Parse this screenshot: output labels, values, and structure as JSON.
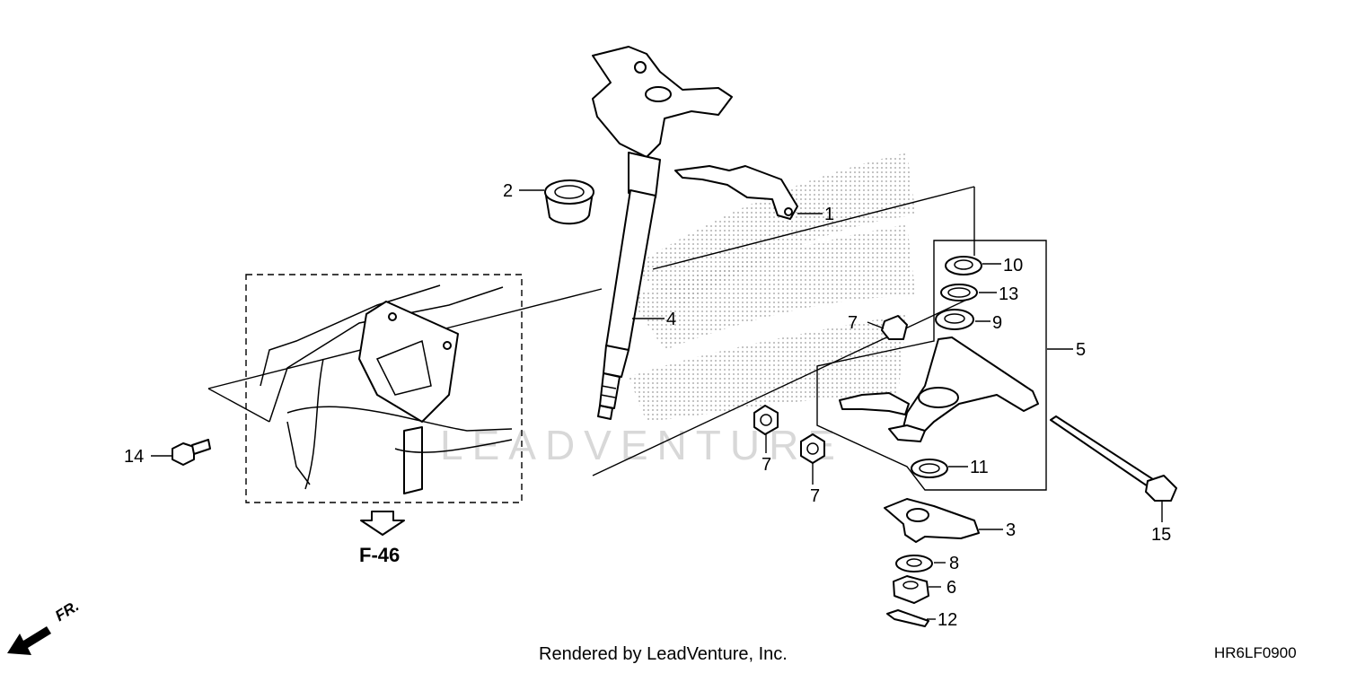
{
  "diagram": {
    "watermark_text": "LEADVENTURE",
    "reference_label": "F-46",
    "front_label": "FR.",
    "footer_text": "Rendered by LeadVenture, Inc.",
    "diagram_code": "HR6LF0900",
    "callouts": [
      {
        "id": "c1",
        "number": "1"
      },
      {
        "id": "c2",
        "number": "2"
      },
      {
        "id": "c3",
        "number": "3"
      },
      {
        "id": "c4",
        "number": "4"
      },
      {
        "id": "c5",
        "number": "5"
      },
      {
        "id": "c6",
        "number": "6"
      },
      {
        "id": "c7a",
        "number": "7"
      },
      {
        "id": "c7b",
        "number": "7"
      },
      {
        "id": "c7c",
        "number": "7"
      },
      {
        "id": "c8",
        "number": "8"
      },
      {
        "id": "c9",
        "number": "9"
      },
      {
        "id": "c10",
        "number": "10"
      },
      {
        "id": "c11",
        "number": "11"
      },
      {
        "id": "c12",
        "number": "12"
      },
      {
        "id": "c13",
        "number": "13"
      },
      {
        "id": "c14",
        "number": "14"
      },
      {
        "id": "c15",
        "number": "15"
      }
    ]
  }
}
